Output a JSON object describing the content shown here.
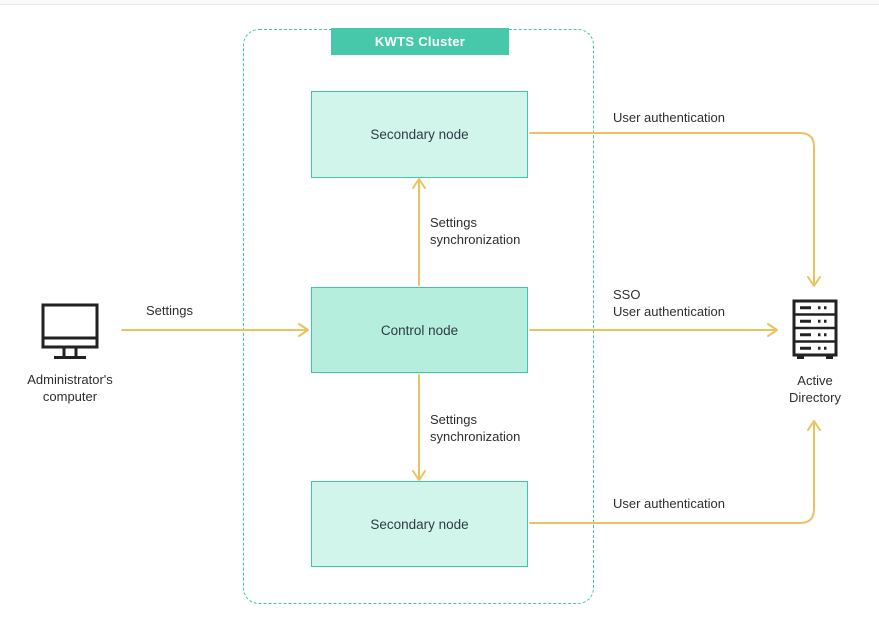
{
  "cluster": {
    "label": "KWTS Cluster"
  },
  "nodes": {
    "secondary_top": {
      "label": "Secondary node"
    },
    "control": {
      "label": "Control node"
    },
    "secondary_bottom": {
      "label": "Secondary node"
    }
  },
  "externals": {
    "admin": {
      "label": "Administrator's\ncomputer",
      "icon": "monitor-icon"
    },
    "active_directory": {
      "label": "Active\nDirectory",
      "icon": "server-icon"
    }
  },
  "edges": {
    "settings": {
      "label": "Settings"
    },
    "sync_top": {
      "label": "Settings\nsynchronization"
    },
    "sync_bottom": {
      "label": "Settings\nsynchronization"
    },
    "auth_top": {
      "label": "User authentication"
    },
    "sso": {
      "label": "SSO\nUser authentication"
    },
    "auth_bottom": {
      "label": "User authentication"
    }
  },
  "colors": {
    "teal_border": "#3cc7ad",
    "cluster_label_fill": "#48c8ab",
    "secondary_node_fill": "#d2f5eb",
    "control_node_fill": "#b5eedd",
    "arrow": "#e9c35f",
    "text": "#2e2e2e"
  }
}
